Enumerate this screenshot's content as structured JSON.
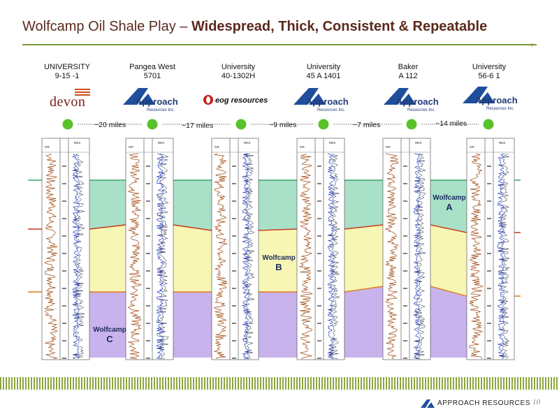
{
  "title": {
    "main": "Wolfcamp Oil Shale Play – ",
    "bold": "Widespread, Thick, Consistent & Repeatable"
  },
  "wells": [
    {
      "line1": "UNIVERSITY",
      "line2": "9-15 -1",
      "operator": "devon"
    },
    {
      "line1": "Pangea West",
      "line2": "5701",
      "operator": "approach"
    },
    {
      "line1": "University",
      "line2": "40-1302H",
      "operator": "eog"
    },
    {
      "line1": "University",
      "line2": "45 A 1401",
      "operator": "approach"
    },
    {
      "line1": "Baker",
      "line2": "A 112",
      "operator": "approach"
    },
    {
      "line1": "University",
      "line2": "56-6 1",
      "operator": "approach"
    }
  ],
  "logos": {
    "devon": "devon",
    "approach": {
      "name": "Approach",
      "sub": "Resources Inc."
    },
    "eog": "eog resources"
  },
  "distances": [
    "~20 miles",
    "~17 miles",
    "~9 miles",
    "~7 miles",
    "~14 miles"
  ],
  "zones": [
    {
      "line1": "Wolfcamp",
      "line2": "A",
      "color": "#a8e0c8"
    },
    {
      "line1": "Wolfcamp",
      "line2": "B",
      "color": "#f8f6b4"
    },
    {
      "line1": "Wolfcamp",
      "line2": "C",
      "color": "#c9b3ec"
    }
  ],
  "track_headers": {
    "gr": "GR",
    "res": "RES"
  },
  "colors": {
    "gr_curve": "#a04a12",
    "res_curve": "#1f3fbf",
    "well_dot": "#59c12a",
    "top_a": "#3fa36a",
    "top_b": "#c8381a",
    "top_c": "#e07a1a",
    "footer_stripe": "#8ea63d"
  },
  "footer": {
    "company": "APPROACH RESOURCES",
    "page": "10"
  }
}
